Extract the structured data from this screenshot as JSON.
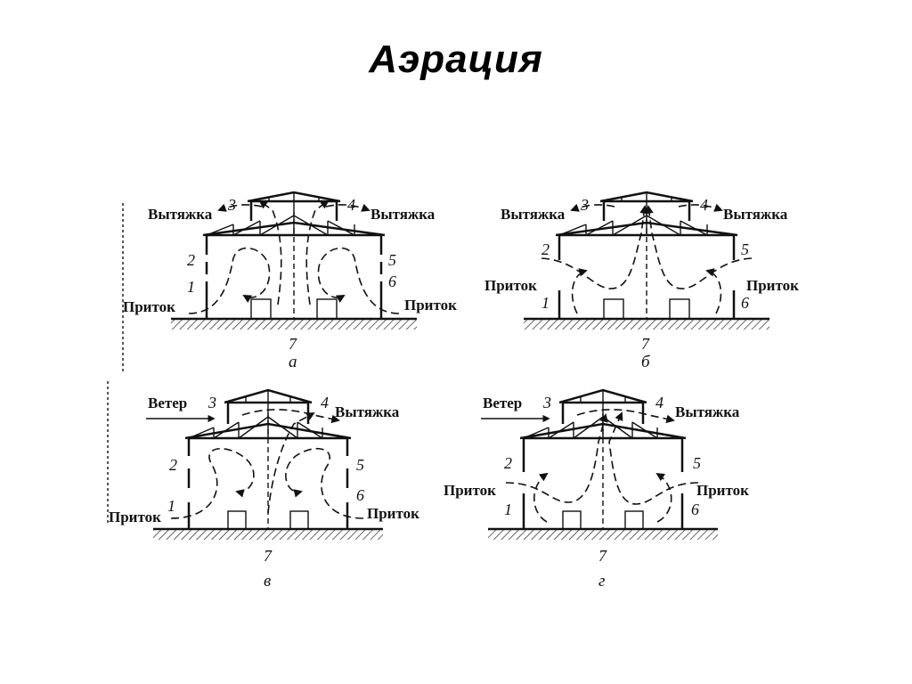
{
  "title": "Аэрация",
  "panels": [
    {
      "caption": "а",
      "labels": {
        "exhaust_left": "Вытяжка",
        "exhaust_right": "Вытяжка",
        "supply_left": "Приток",
        "supply_right": "Приток"
      },
      "numbers": [
        "1",
        "2",
        "3",
        "4",
        "5",
        "6",
        "7"
      ]
    },
    {
      "caption": "б",
      "labels": {
        "exhaust_left": "Вытяжка",
        "exhaust_right": "Вытяжка",
        "supply_left": "Приток",
        "supply_right": "Приток"
      },
      "numbers": [
        "1",
        "2",
        "3",
        "4",
        "5",
        "6",
        "7"
      ]
    },
    {
      "caption": "в",
      "labels": {
        "wind": "Ветер",
        "exhaust_right": "Вытяжка",
        "supply_left": "Приток",
        "supply_right": "Приток"
      },
      "numbers": [
        "1",
        "2",
        "3",
        "4",
        "5",
        "6",
        "7"
      ]
    },
    {
      "caption": "г",
      "labels": {
        "wind": "Ветер",
        "exhaust_right": "Вытяжка",
        "supply_left": "Приток",
        "supply_right": "Приток"
      },
      "numbers": [
        "1",
        "2",
        "3",
        "4",
        "5",
        "6",
        "7"
      ]
    }
  ]
}
